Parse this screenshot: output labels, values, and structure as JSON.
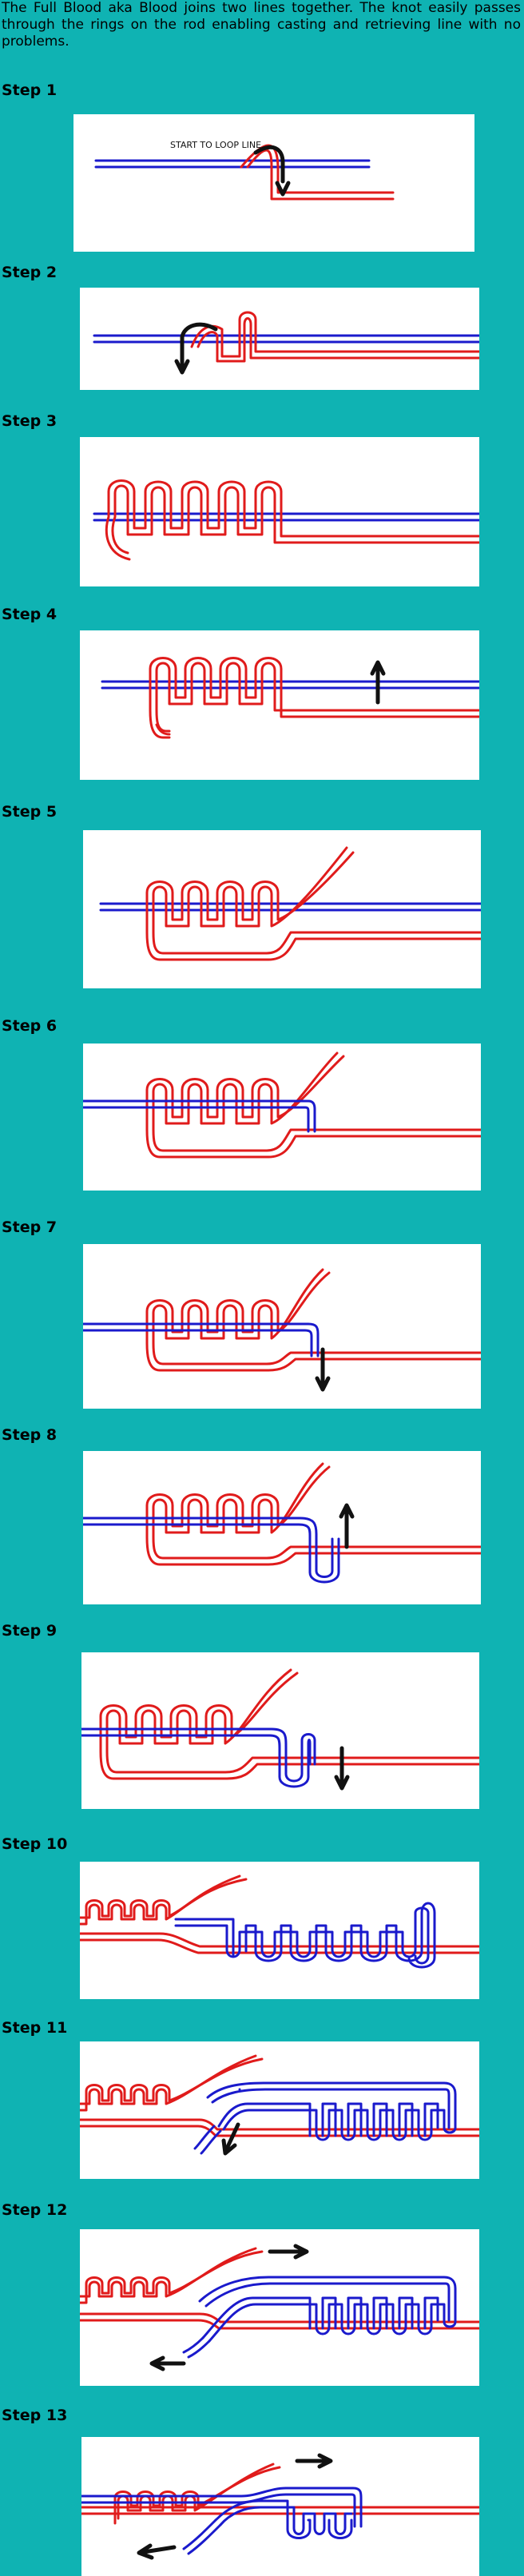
{
  "intro": "The Full Blood aka Blood joins two lines together. The knot easily passes through the rings on the rod enabling casting and retrieving line with no problems.",
  "steps": [
    {
      "label": "Step 1",
      "note": "START TO LOOP LINE"
    },
    {
      "label": "Step 2"
    },
    {
      "label": "Step 3"
    },
    {
      "label": "Step 4"
    },
    {
      "label": "Step 5"
    },
    {
      "label": "Step 6"
    },
    {
      "label": "Step 7"
    },
    {
      "label": "Step 8"
    },
    {
      "label": "Step 9"
    },
    {
      "label": "Step 10"
    },
    {
      "label": "Step 11"
    },
    {
      "label": "Step 12"
    },
    {
      "label": "Step 13"
    }
  ],
  "colors": {
    "background": "#0fb3b3",
    "blue_line": "#1a1acc",
    "red_line": "#e01b1b",
    "arrow": "#111111",
    "panel": "#ffffff"
  }
}
